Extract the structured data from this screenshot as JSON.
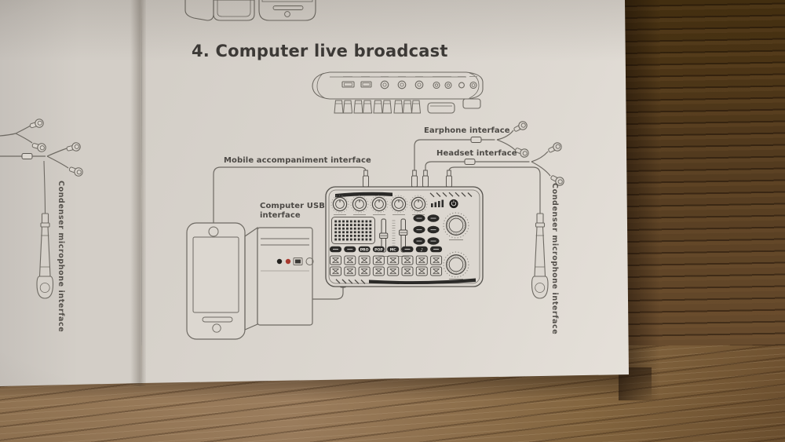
{
  "heading": "4. Computer live broadcast",
  "labels": {
    "mobile_accompaniment": "Mobile accompaniment interface",
    "computer_usb": "Computer USB interface",
    "earphone": "Earphone interface",
    "headset": "Headset interface",
    "condenser_mic_right": "Condenser microphone interface",
    "condenser_mic_left": "Condenser microphone interface"
  },
  "soundcard": {
    "pills": [
      "",
      "",
      "PRO",
      "POP",
      "MC",
      "",
      "♪",
      ""
    ]
  },
  "colors": {
    "wood_dark": "#52381d",
    "wood_light": "#97795a",
    "paper": "#d9d4cd",
    "line_ink": "#6e6a63",
    "text_ink": "#46433f",
    "button_black": "#2b2a28",
    "led_red": "#a8392e"
  }
}
